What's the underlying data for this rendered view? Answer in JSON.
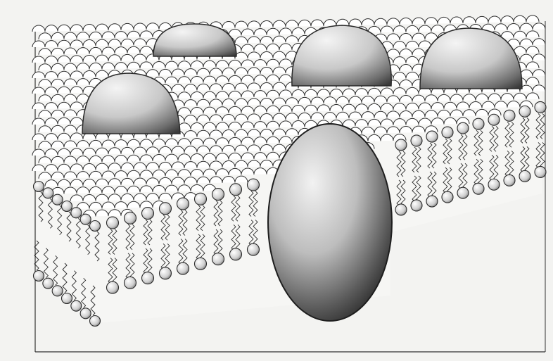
{
  "figure": {
    "background": "#f3f3f1",
    "ink": "#2a2a2a",
    "head_fill": "#ffffff",
    "head_side_fill": "#c9c9c9",
    "protein_light": "#ededed",
    "protein_dark": "#2e2e2e",
    "proteins": [
      {
        "name": "peripheral-protein-back-left"
      },
      {
        "name": "peripheral-protein-back-center"
      },
      {
        "name": "peripheral-protein-back-right"
      },
      {
        "name": "peripheral-protein-front-left"
      },
      {
        "name": "integral-protein-transmembrane"
      }
    ]
  }
}
